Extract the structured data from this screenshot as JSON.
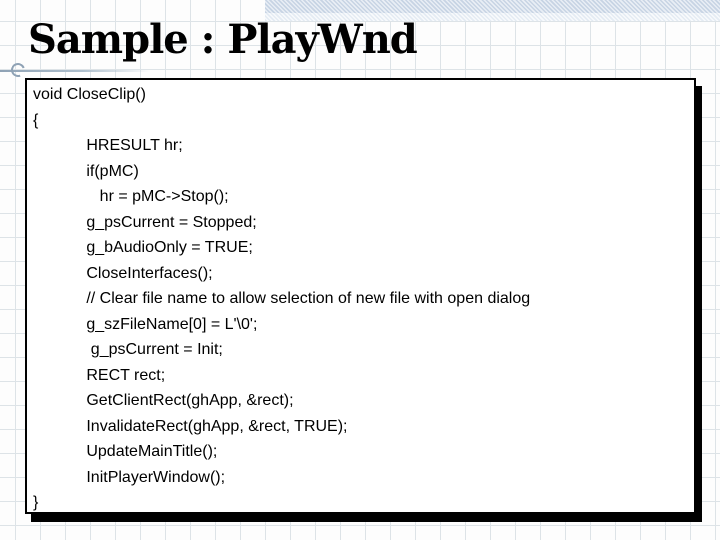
{
  "slide": {
    "title": "Sample : PlayWnd"
  },
  "code": {
    "lines": [
      "void CloseClip()",
      "{",
      "            HRESULT hr;",
      "            if(pMC)",
      "               hr = pMC->Stop();",
      "            g_psCurrent = Stopped;",
      "            g_bAudioOnly = TRUE;",
      "            CloseInterfaces();",
      "            // Clear file name to allow selection of new file with open dialog",
      "            g_szFileName[0] = L'\\0';",
      "             g_psCurrent = Init;",
      "            RECT rect;",
      "            GetClientRect(ghApp, &rect);",
      "            InvalidateRect(ghApp, &rect, TRUE);",
      "            UpdateMainTitle();",
      "            InitPlayerWindow();",
      "}"
    ]
  },
  "colors": {
    "accent_band": "#c7d4e4",
    "grid_line": "#dde3e7",
    "code_box_background": "#ffffff",
    "code_box_border": "#000000",
    "code_box_shadow": "#000000",
    "ornament": "#8fa2b5",
    "slide_background": "#fdfdfd",
    "text": "#000000"
  }
}
